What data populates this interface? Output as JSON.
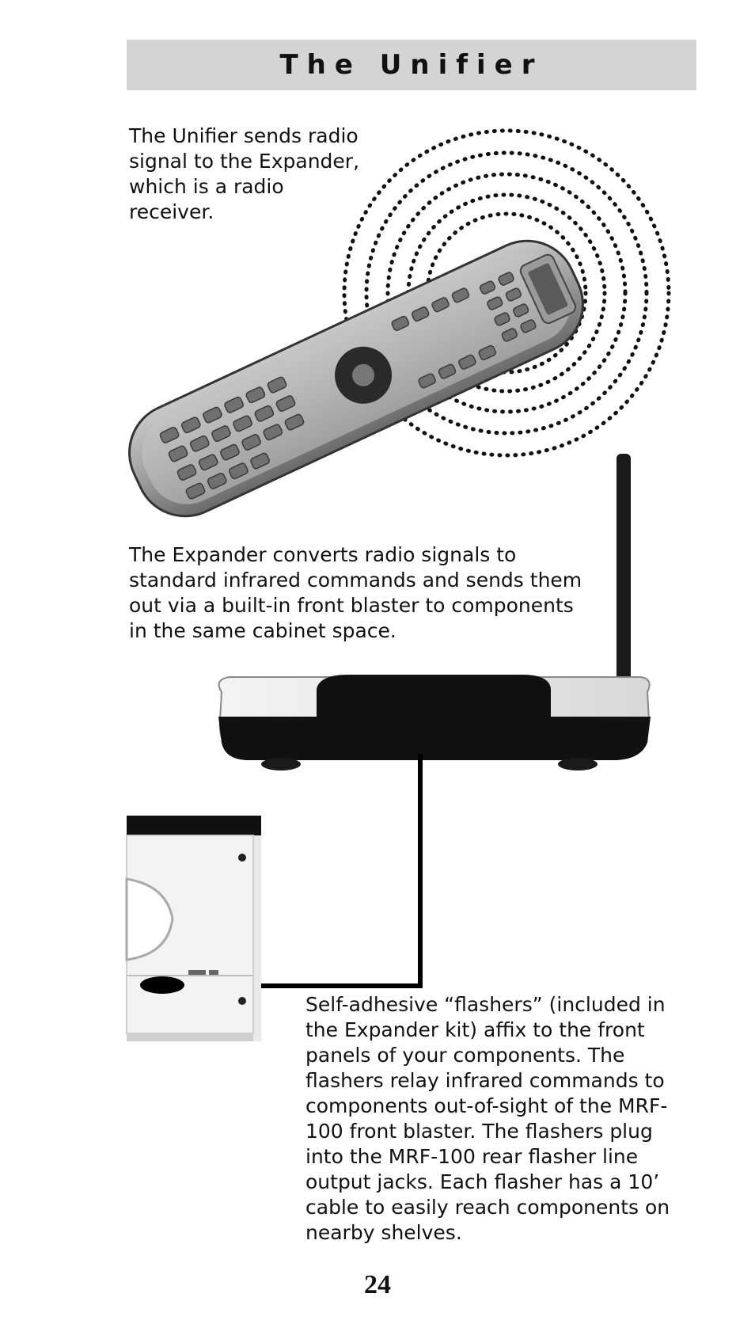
{
  "header": {
    "title": "The Unifier"
  },
  "paragraphs": {
    "unifier_caption": "The Unifier sends radio signal to the Expander, which is a radio receiver.",
    "expander_caption": "The Expander converts radio signals to standard infrared commands and sends them out via a built-in front blaster to components in the same cabinet space.",
    "flashers_caption": "Self-adhesive “flashers” (included in the Expander kit) affix to the front panels of your components. The flashers relay infrared commands to components out-of-sight of the MRF-100 front blaster. The flashers plug into the MRF-100 rear flasher line output jacks. Each flasher has a 10’ cable to easily reach components on nearby shelves."
  },
  "footer": {
    "page_number": "24"
  }
}
